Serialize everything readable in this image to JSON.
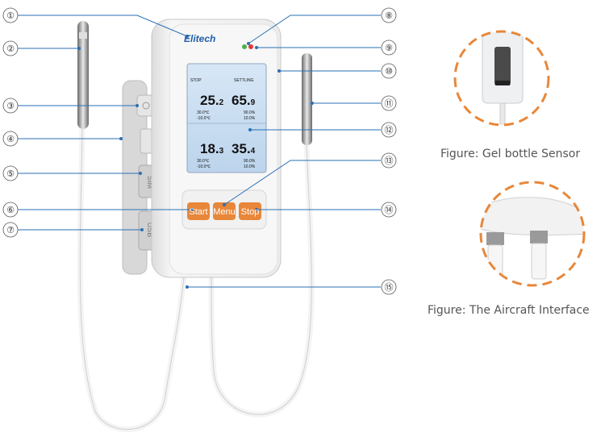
{
  "brand": "Elitech",
  "buttons": {
    "start": "Start",
    "menu": "Menu",
    "stop": "Stop"
  },
  "display": {
    "ch1_temp_int": "25.",
    "ch1_temp_dec": "2",
    "ch1_hum_int": "65.",
    "ch1_hum_dec": "9",
    "ch1_temp_max": "30.0℃",
    "ch1_temp_min": "-10.0℃",
    "ch1_hum_max": "90.0%",
    "ch1_hum_min": "10.0%",
    "ch2_temp_int": "18.",
    "ch2_temp_dec": "3",
    "ch2_hum_int": "35.",
    "ch2_hum_dec": "4",
    "ch2_temp_max": "30.0℃",
    "ch2_temp_min": "-10.0℃",
    "ch2_hum_max": "90.0%",
    "ch2_hum_min": "10.0%",
    "status_left": "STOP",
    "status_right": "SETTLING"
  },
  "callouts": [
    "①",
    "②",
    "③",
    "④",
    "⑤",
    "⑥",
    "⑦",
    "⑧",
    "⑨",
    "⑩",
    "⑪",
    "⑫",
    "⑬",
    "⑭",
    "⑮"
  ],
  "captions": {
    "gel_sensor": "Figure: Gel bottle Sensor",
    "aircraft_interface": "Figure: The Aircraft Interface"
  },
  "colors": {
    "accent": "#e8873a",
    "leader": "#2a6fb5",
    "screen": "#c9ddf0"
  }
}
